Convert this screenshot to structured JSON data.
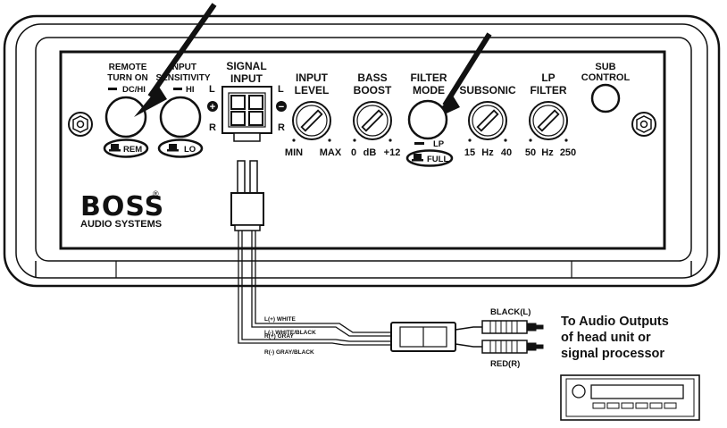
{
  "panel": {
    "remote": {
      "line1": "REMOTE",
      "line2": "TURN ON",
      "mode": "DC/HI",
      "switch": "REM"
    },
    "input_sensitivity": {
      "line1": "INPUT",
      "line2": "SENSITIVITY",
      "mode": "HI",
      "switch": "LO"
    },
    "signal_input": {
      "line1": "SIGNAL",
      "line2": "INPUT",
      "left": "L",
      "right": "R",
      "plus": "+",
      "minus": "−"
    },
    "input_level": {
      "line1": "INPUT",
      "line2": "LEVEL",
      "min": "MIN",
      "max": "MAX"
    },
    "bass_boost": {
      "line1": "BASS",
      "line2": "BOOST",
      "low": "0",
      "unit": "dB",
      "high": "+12"
    },
    "filter_mode": {
      "line1": "FILTER",
      "line2": "MODE",
      "lp": "LP",
      "full": "FULL"
    },
    "subsonic": {
      "line1": "SUBSONIC",
      "low": "15",
      "unit": "Hz",
      "high": "40"
    },
    "lp_filter": {
      "line1": "LP",
      "line2": "FILTER",
      "low": "50",
      "unit": "Hz",
      "high": "250"
    },
    "sub_control": {
      "line1": "SUB",
      "line2": "CONTROL"
    },
    "brand": {
      "logo": "BOSS",
      "reg": "®",
      "sub": "AUDIO SYSTEMS"
    }
  },
  "wires": {
    "l_pos": "L(+) WHITE",
    "l_neg": "L(-) WHITE/BLACK",
    "r_pos": "R(+) GRAY",
    "r_neg": "R(-) GRAY/BLACK",
    "black": "BLACK(L)",
    "red": "RED(R)"
  },
  "destination": {
    "line1": "To Audio Outputs",
    "line2": "of head unit or",
    "line3": "signal processor"
  }
}
